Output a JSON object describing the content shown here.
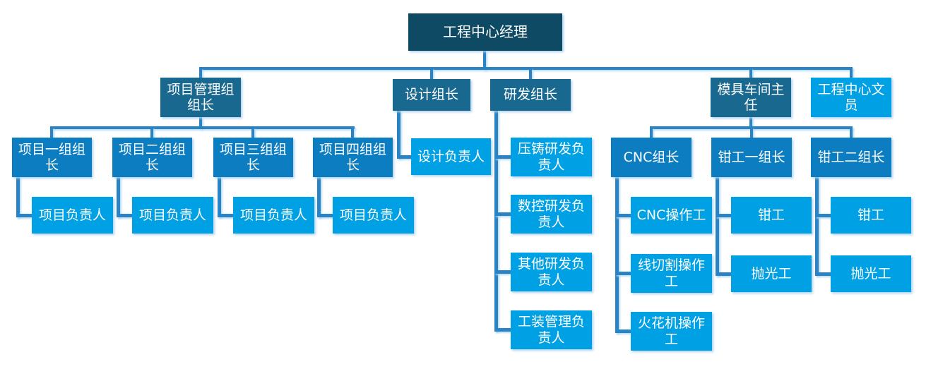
{
  "colors": {
    "level1": "#0E4A63",
    "level2": "#19688F",
    "level3": "#0D7DC2",
    "leaf": "#00A0E4",
    "connector": "#2A83C4",
    "text": "#FFFFFF"
  },
  "nodes": [
    {
      "name": "engineering-center-manager",
      "label": "工程中心经理"
    },
    {
      "name": "project-management-group-leader",
      "label": "项目管理组\n组长"
    },
    {
      "name": "design-group-leader",
      "label": "设计组长"
    },
    {
      "name": "rd-group-leader",
      "label": "研发组长"
    },
    {
      "name": "mold-workshop-director",
      "label": "模具车间主\n任"
    },
    {
      "name": "engineering-center-clerk",
      "label": "工程中心文\n员"
    },
    {
      "name": "project-group1-leader",
      "label": "项目一组组\n长"
    },
    {
      "name": "project-group2-leader",
      "label": "项目二组组\n长"
    },
    {
      "name": "project-group3-leader",
      "label": "项目三组组\n长"
    },
    {
      "name": "project-group4-leader",
      "label": "项目四组组\n长"
    },
    {
      "name": "project-lead-1",
      "label": "项目负责人"
    },
    {
      "name": "project-lead-2",
      "label": "项目负责人"
    },
    {
      "name": "project-lead-3",
      "label": "项目负责人"
    },
    {
      "name": "project-lead-4",
      "label": "项目负责人"
    },
    {
      "name": "design-lead",
      "label": "设计负责人"
    },
    {
      "name": "die-casting-rd-lead",
      "label": "压铸研发负\n责人"
    },
    {
      "name": "cnc-rd-lead",
      "label": "数控研发负\n责人"
    },
    {
      "name": "other-rd-lead",
      "label": "其他研发负\n责人"
    },
    {
      "name": "tooling-management-lead",
      "label": "工装管理负\n责人"
    },
    {
      "name": "cnc-group-leader",
      "label": "CNC组长"
    },
    {
      "name": "fitter-group1-leader",
      "label": "钳工一组长"
    },
    {
      "name": "fitter-group2-leader",
      "label": "钳工二组长"
    },
    {
      "name": "cnc-operator",
      "label": "CNC操作工"
    },
    {
      "name": "wire-cut-operator",
      "label": "线切割操作\n工"
    },
    {
      "name": "edm-operator",
      "label": "火花机操作\n工"
    },
    {
      "name": "fitter-1",
      "label": "钳工"
    },
    {
      "name": "polisher-1",
      "label": "抛光工"
    },
    {
      "name": "fitter-2",
      "label": "钳工"
    },
    {
      "name": "polisher-2",
      "label": "抛光工"
    }
  ]
}
